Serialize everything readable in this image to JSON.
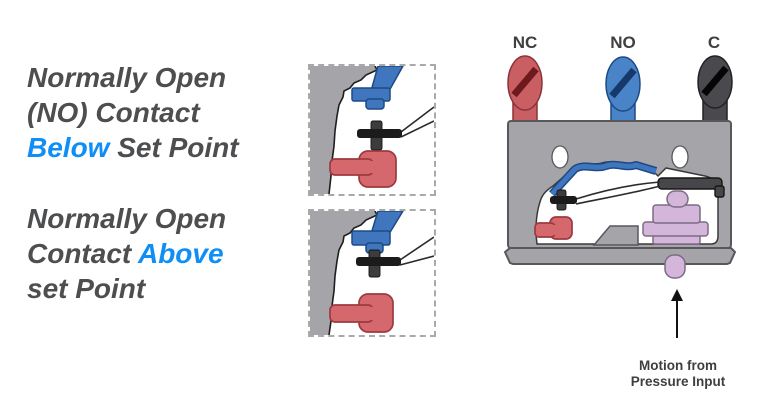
{
  "colors": {
    "page_bg": "#ffffff",
    "caption_text": "#4d4e50",
    "caption_accent": "#0f8ef6",
    "label_text": "#3f3f42",
    "terminal_red": "#c95f63",
    "terminal_red_slot": "#6d1a1f",
    "terminal_blue": "#4a84c8",
    "terminal_blue_slot": "#17386a",
    "terminal_dark": "#4a4a4e",
    "terminal_dark_slot": "#050505",
    "body_gray": "#a5a5a9",
    "body_outline": "#58585c",
    "contact_red": "#d5686d",
    "contact_red_outline": "#9c3a40",
    "lever_blue": "#4076bd",
    "lever_blue_outline": "#1d4a85",
    "plunger_purple": "#d4b6da",
    "plunger_purple_outline": "#7d6b85",
    "metal_dark": "#47474b",
    "contact_black": "#1b1b1b"
  },
  "captions": {
    "below": {
      "line1": "Normally Open",
      "line2": "(NO) Contact",
      "line3_highlight": "Below",
      "line3_rest": " Set Point"
    },
    "above": {
      "line1": "Normally Open",
      "line2_rest": "Contact ",
      "line2_highlight": "Above",
      "line3": "set Point"
    }
  },
  "main_diagram": {
    "terminals": [
      {
        "label": "NC"
      },
      {
        "label": "NO"
      },
      {
        "label": "C"
      }
    ],
    "arrow_label": {
      "line1": "Motion from",
      "line2": "Pressure Input"
    }
  }
}
